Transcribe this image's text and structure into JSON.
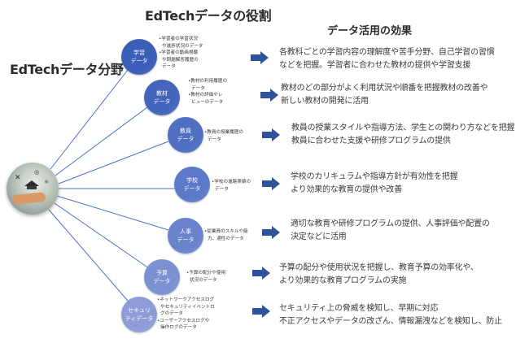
{
  "titles": {
    "main": "EdTechデータの役割",
    "left": "EdTechデータ分野",
    "right": "データ活用の効果"
  },
  "hub": {
    "icon": "education-hand-globe-icon"
  },
  "colors": {
    "connector": "#4a72c4",
    "arrow": "#2f529b",
    "node_top": "#3b5fb8",
    "node_bottom": "#8e9dd8"
  },
  "categories": [
    {
      "label_line1": "学習",
      "label_line2": "データ",
      "color": "#3b5fb8",
      "bullets": [
        [
          "•学習者の学習状況",
          "や進捗状況のデータ"
        ],
        [
          "•学習者の動画視聴",
          "や問題解答履歴の",
          "データ"
        ]
      ],
      "effect": [
        "各教科ごとの学習内容の理解度や苦手分野、自己学習の習慣",
        "などを把握。学習者に合わせた教材の提供や学習支援"
      ]
    },
    {
      "label_line1": "教材",
      "label_line2": "データ",
      "color": "#4465bc",
      "bullets": [
        [
          "•教材の利用履歴の",
          "データ"
        ],
        [
          "•教材の評価やレ",
          "ビューのデータ"
        ]
      ],
      "effect": [
        "教材のどの部分がよく利用状況や順番を把握教材の改善や",
        "新しい教材の開発に活用"
      ]
    },
    {
      "label_line1": "教員",
      "label_line2": "データ",
      "color": "#506fc2",
      "bullets": [
        [
          "•教員の授業履歴の",
          "データ"
        ]
      ],
      "effect": [
        "教員の授業スタイルや指導方法、学生との関わり方などを把握",
        "教員に合わせた支援や研修プログラムの提供"
      ]
    },
    {
      "label_line1": "学校",
      "label_line2": "データ",
      "color": "#5d7ac8",
      "bullets": [
        [
          "•学校の進路実績の",
          "データ"
        ]
      ],
      "effect": [
        "学校のカリキュラムや指導方針が有効性を把握",
        "より効果的な教育の提供や改善"
      ]
    },
    {
      "label_line1": "人事",
      "label_line2": "データ",
      "color": "#6a84cc",
      "bullets": [
        [
          "•従業員のスキルや能",
          "力、適性のデータ"
        ]
      ],
      "effect": [
        "適切な教育や研修プログラムの提供、人事評価や配置の",
        "決定などに活用"
      ]
    },
    {
      "label_line1": "予算",
      "label_line2": "データ",
      "color": "#7b91d1",
      "bullets": [
        [
          "•予算の配分や使用",
          "状況のデータ"
        ]
      ],
      "effect": [
        "予算の配分や使用状況を把握し、教育予算の効率化や、",
        "より効果的な教育プログラムの実施"
      ]
    },
    {
      "label_line1": "セキュリ",
      "label_line2": "ティデータ",
      "color": "#8e9dd8",
      "bullets": [
        [
          "•ネットワークアクセスログ",
          "やセキュリティイベントロ",
          "グのデータ"
        ],
        [
          "•ユーザーアクセスログや",
          "操作ログのデータ"
        ]
      ],
      "effect": [
        "セキュリティ上の脅威を検知し、早期に対応",
        "不正アクセスやデータの改ざん、情報漏洩などを検知し、防止"
      ]
    }
  ]
}
